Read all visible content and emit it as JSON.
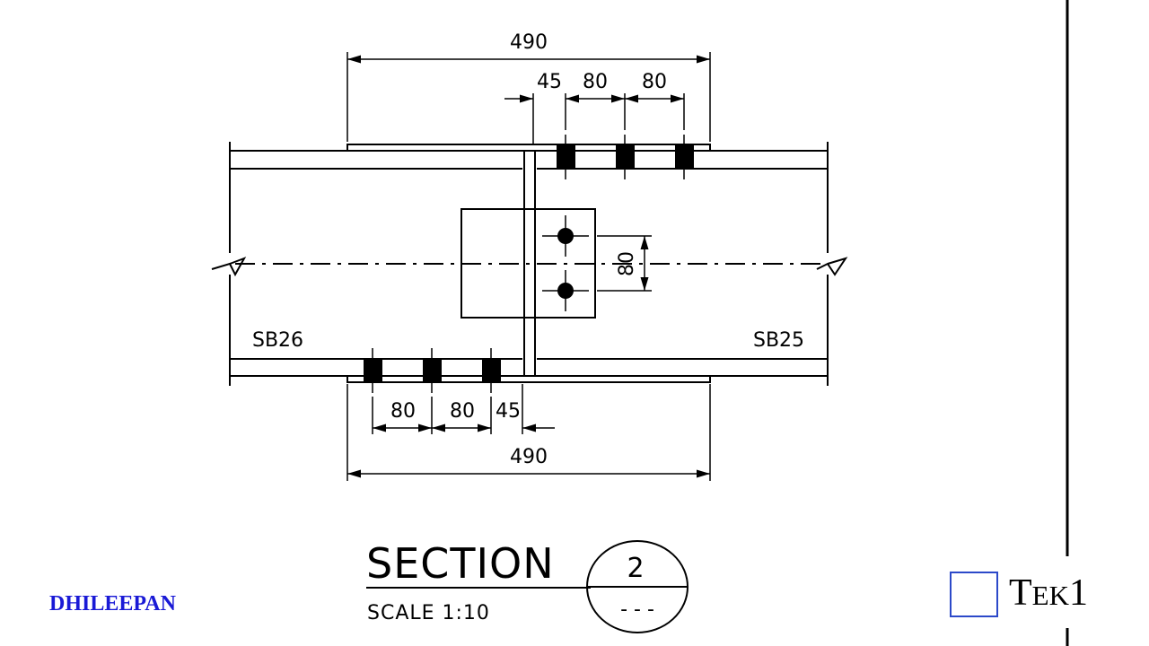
{
  "drawing": {
    "dim_top_overall": "490",
    "dim_top_edge": "45",
    "dim_top_pitch_1": "80",
    "dim_top_pitch_2": "80",
    "dim_bottom_overall": "490",
    "dim_bottom_edge": "45",
    "dim_bottom_pitch_1": "80",
    "dim_bottom_pitch_2": "80",
    "dim_vertical_pitch": "80",
    "beam_left_label": "SB26",
    "beam_right_label": "SB25"
  },
  "title_block": {
    "title": "SECTION",
    "scale": "SCALE 1:10",
    "section_number": "2",
    "sheet_ref": "- - -"
  },
  "footer": {
    "author": "DHILEEPAN",
    "logo_text_big": "T",
    "logo_text_small": "EK",
    "logo_text_end": "1"
  }
}
